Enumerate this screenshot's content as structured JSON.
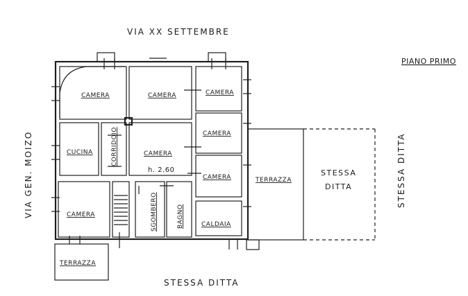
{
  "streets": {
    "top": "VIA XX SETTEMBRE",
    "left": "VIA GEN. MOIZO",
    "bottom": "STESSA DITTA",
    "right": "STESSA DITTA"
  },
  "floor_title": "PIANO PRIMO",
  "rooms": {
    "camera_1": "CAMERA",
    "camera_2": "CAMERA",
    "camera_3": "CAMERA",
    "camera_4": "CAMERA",
    "camera_5": "CAMERA",
    "camera_6": "CAMERA",
    "camera_7": "CAMERA",
    "cucina": "CUCINA",
    "corridoio": "CORRIDOIO",
    "sgombero": "SGOMBERO",
    "bagno": "BAGNO",
    "caldaia": "CALDAIA",
    "terrazza_main": "TERRAZZA",
    "terrazza_small": "TERRAZZA",
    "stessa_line1": "STESSA",
    "stessa_line2": "DITTA"
  },
  "height_note": "h. 2.60"
}
